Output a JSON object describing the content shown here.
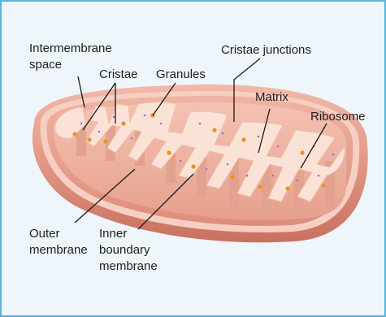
{
  "diagram": {
    "labels": {
      "intermembrane_space_1": "Intermembrane",
      "intermembrane_space_2": "space",
      "cristae": "Cristae",
      "granules": "Granules",
      "cristae_junctions": "Cristae junctions",
      "matrix": "Matrix",
      "ribosome": "Ribosome",
      "outer_membrane_1": "Outer",
      "outer_membrane_2": "membrane",
      "inner_boundary_membrane_1": "Inner",
      "inner_boundary_membrane_2": "boundary",
      "inner_boundary_membrane_3": "membrane"
    },
    "colors": {
      "frame_border": "#5bb4d6",
      "background": "#eef5fb",
      "outer_membrane": "#d98a7c",
      "cut_surface": "#fbe2d6",
      "inner_fold_side": "#e9a998",
      "granule": "#e8951f",
      "ribosome_dot": "#9a6fc9"
    }
  }
}
